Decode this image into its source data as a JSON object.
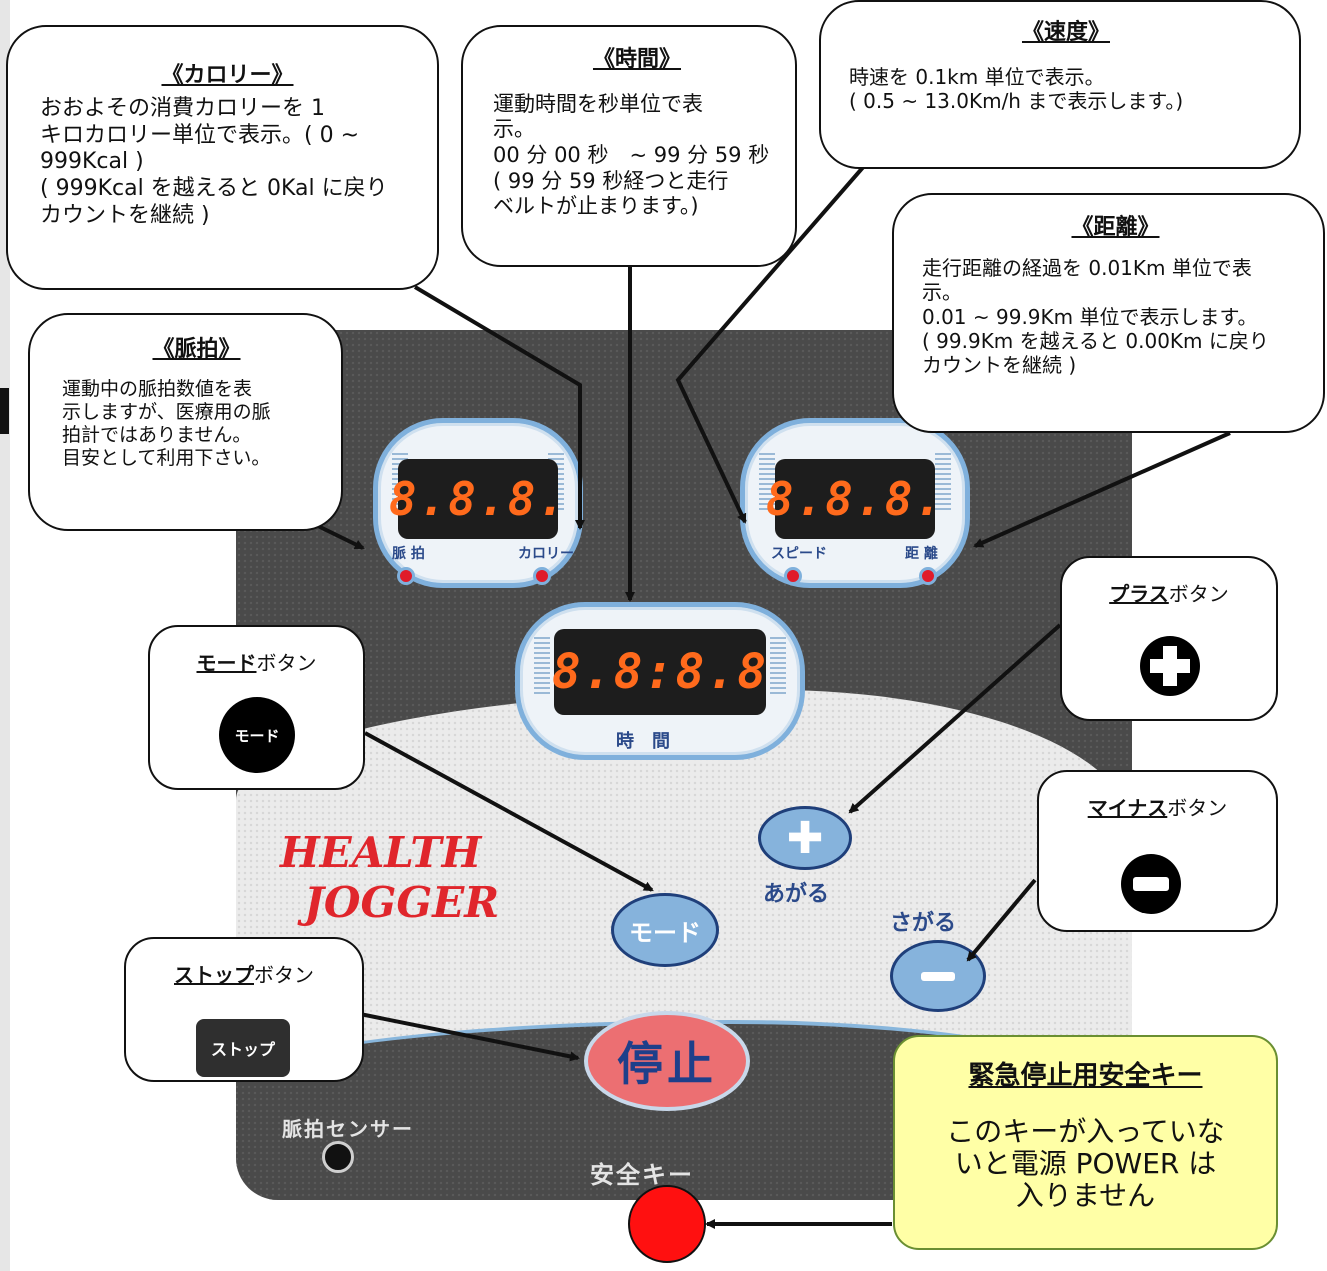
{
  "console": {
    "displays": {
      "left": {
        "readout": "8.8.8.",
        "label_left": "脈 拍",
        "label_right": "カロリー"
      },
      "right": {
        "readout": "8.8.8.",
        "label_left": "スピード",
        "label_right": "距 離"
      },
      "center": {
        "readout": "8.8:8.8",
        "label": "時　間"
      }
    },
    "brand_line1": "HEALTH",
    "brand_line2": "JOGGER",
    "plus_caption": "あがる",
    "minus_caption": "さがる",
    "mode_button_label": "モード",
    "stop_button_label": "停止",
    "sensor_label": "脈拍センサー",
    "safety_key_label": "安全キー"
  },
  "callouts": {
    "calorie": {
      "title": "《カロリー》",
      "body": "おおよその消費カロリーを 1\nキロカロリー単位で表示。( 0 ~\n999Kcal )\n( 999Kcal を越えると 0Kal に戻り\nカウントを継続 )"
    },
    "time": {
      "title": "《時間》",
      "body": "運動時間を秒単位で表\n示。\n00 分 00 秒　~ 99 分 59 秒\n( 99 分 59 秒経つと走行\nベルトが止まります。)"
    },
    "speed": {
      "title": "《速度》",
      "body": "時速を 0.1km 単位で表示。\n( 0.5 ~ 13.0Km/h まで表示します。)"
    },
    "distance": {
      "title": "《距離》",
      "body": "走行距離の経過を 0.01Km 単位で表\n示。\n0.01 ~ 99.9Km 単位で表示します。\n( 99.9Km を越えると 0.00Km に戻り\nカウントを継続 )"
    },
    "pulse": {
      "title": "《脈拍》",
      "body": "運動中の脈拍数値を表\n示しますが、医療用の脈\n拍計ではありません。\n目安として利用下さい。"
    }
  },
  "button_callouts": {
    "plus": {
      "title_bold": "プラス",
      "title_rest": "ボタン"
    },
    "minus": {
      "title_bold": "マイナス",
      "title_rest": "ボタン"
    },
    "mode": {
      "title_bold": "モード",
      "title_rest": "ボタン",
      "icon_label": "モード"
    },
    "stop": {
      "title_bold": "ストップ",
      "title_rest": "ボタン",
      "icon_label": "ストップ"
    }
  },
  "safety_key_callout": {
    "title": "緊急停止用安全キー",
    "body": "このキーが入っていな\nいと電源 POWER は\n入りません"
  },
  "colors": {
    "console_dark": "#4a4a4a",
    "console_light": "#ebebeb",
    "display_digits": "#ff6a1c",
    "button_blue": "#86b3dc",
    "stop_red": "#ec6f72",
    "brand_red": "#e0262c",
    "key_callout_bg": "#ffffa6",
    "safety_key_red": "#ff1010"
  }
}
